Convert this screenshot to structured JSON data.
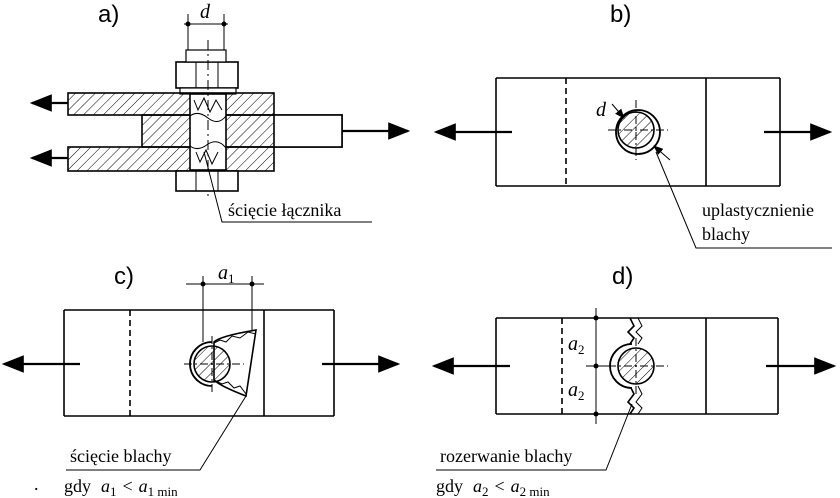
{
  "panels": {
    "a": {
      "label": "a)",
      "dim": "d",
      "caption": "ścięcie łącznika"
    },
    "b": {
      "label": "b)",
      "dim": "d",
      "caption_line1": "uplastycznienie",
      "caption_line2": "blachy"
    },
    "c": {
      "label": "c)",
      "dim": "a",
      "dim_sub": "1",
      "caption": "ścięcie blachy",
      "cond_word": "gdy",
      "cond_lhs": "a",
      "cond_lhs_sub": "1",
      "cond_op": "<",
      "cond_rhs": "a",
      "cond_rhs_sub": "1 min"
    },
    "d": {
      "label": "d)",
      "dim": "a",
      "dim_sub": "2",
      "caption": "rozerwanie blachy",
      "cond_word": "gdy",
      "cond_lhs": "a",
      "cond_lhs_sub": "2",
      "cond_op": "<",
      "cond_rhs": "a",
      "cond_rhs_sub": "2 min"
    }
  },
  "stray_mark": "."
}
